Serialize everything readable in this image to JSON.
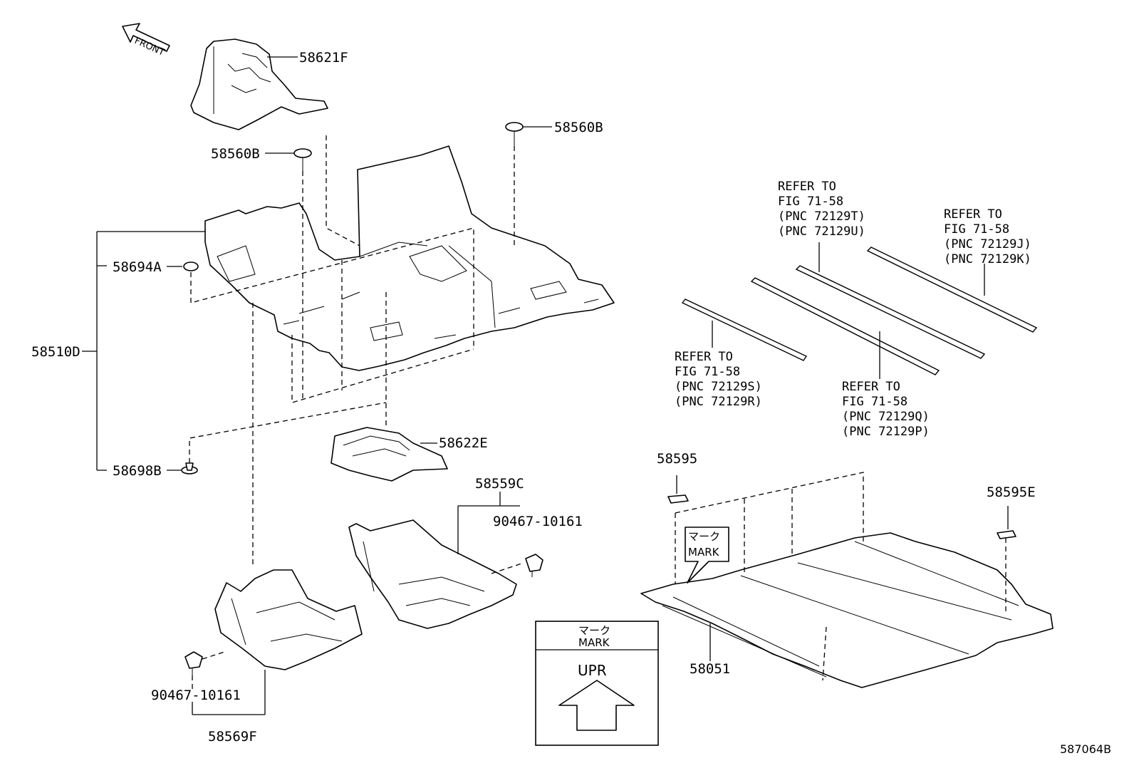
{
  "front_label": "FRONT",
  "parts": {
    "p58621F": "58621F",
    "p58560B_right": "58560B",
    "p58560B_left": "58560B",
    "p58694A": "58694A",
    "p58510D": "58510D",
    "p58698B": "58698B",
    "p58622E": "58622E",
    "p58559C": "58559C",
    "p90467_right": "90467-10161",
    "p90467_left": "90467-10161",
    "p58569F": "58569F",
    "p58595": "58595",
    "p58595E": "58595E",
    "p58051": "58051"
  },
  "refs": {
    "tu": {
      "l1": "REFER TO",
      "l2": "FIG 71-58",
      "l3": "(PNC 72129T)",
      "l4": "(PNC 72129U)"
    },
    "jk": {
      "l1": "REFER TO",
      "l2": "FIG 71-58",
      "l3": "(PNC 72129J)",
      "l4": "(PNC 72129K)"
    },
    "sr": {
      "l1": "REFER TO",
      "l2": "FIG 71-58",
      "l3": "(PNC 72129S)",
      "l4": "(PNC 72129R)"
    },
    "qp": {
      "l1": "REFER TO",
      "l2": "FIG 71-58",
      "l3": "(PNC 72129Q)",
      "l4": "(PNC 72129P)"
    }
  },
  "mark_callout": {
    "jp": "マーク",
    "en": "MARK"
  },
  "mark_box": {
    "jp": "マーク",
    "en": "MARK",
    "upr": "UPR"
  },
  "figure_id": "587064B"
}
